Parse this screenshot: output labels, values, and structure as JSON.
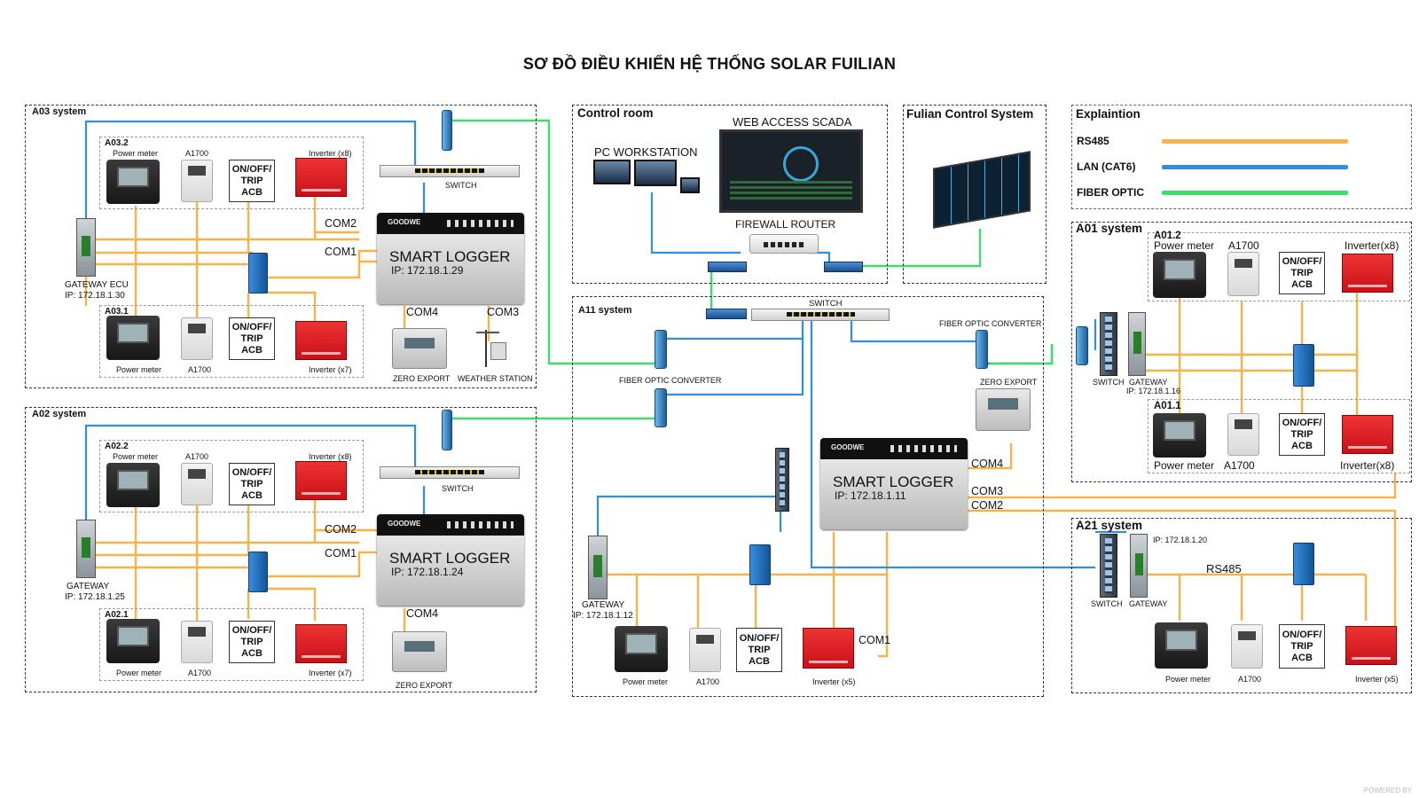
{
  "title": "SƠ ĐỒ ĐIỀU KHIỂN HỆ THỐNG SOLAR FUILIAN",
  "colors": {
    "rs485": "#f7b24a",
    "lan": "#2f8ee0",
    "fiber": "#3ddc6c",
    "inverter": "#e31e24"
  },
  "common": {
    "power_meter": "Power meter",
    "a1700": "A1700",
    "acb": "ON/OFF/ TRIP ACB",
    "switch": "SWITCH",
    "gateway": "GATEWAY",
    "zero_export": "ZERO EXPORT",
    "smart_logger": "SMART LOGGER",
    "brand": "GOODWE",
    "fiber_converter": "FIBER OPTIC CONVERTER",
    "com1": "COM1",
    "com2": "COM2",
    "com3": "COM3",
    "com4": "COM4"
  },
  "a03": {
    "label": "A03 system",
    "sub_top": "A03.2",
    "sub_bottom": "A03.1",
    "inverter_top": "Inverter (x8)",
    "inverter_bottom": "Inverter (x7)",
    "gateway": "GATEWAY ECU",
    "gateway_ip": "IP: 172.18.1.30",
    "logger_ip": "IP: 172.18.1.29",
    "weather": "WEATHER STATION"
  },
  "a02": {
    "label": "A02 system",
    "sub_top": "A02.2",
    "sub_bottom": "A02.1",
    "inverter_top": "Inverter (x8)",
    "inverter_bottom": "Inverter (x7)",
    "gateway_ip": "IP: 172.18.1.25",
    "logger_ip": "IP: 172.18.1.24"
  },
  "control_room": {
    "label": "Control room",
    "pc": "PC WORKSTATION",
    "scada": "WEB ACCESS SCADA",
    "router": "FIREWALL ROUTER"
  },
  "fulian": {
    "label": "Fulian Control System"
  },
  "legend": {
    "title": "Explaintion",
    "items": [
      {
        "label": "RS485"
      },
      {
        "label": "LAN (CAT6)"
      },
      {
        "label": "FIBER OPTIC"
      }
    ]
  },
  "a11": {
    "label": "A11 system",
    "logger_ip": "IP: 172.18.1.11",
    "gateway_ip": "IP: 172.18.1.12",
    "inverter": "Inverter (x5)"
  },
  "a01": {
    "label": "A01 system",
    "sub_top": "A01.2",
    "sub_bottom": "A01.1",
    "inverter": "Inverter(x8)",
    "gateway_ip": "IP: 172.18.1.16"
  },
  "a21": {
    "label": "A21 system",
    "ip": "IP: 172.18.1.20",
    "rs485": "RS485",
    "inverter": "Inverter (x5)"
  }
}
